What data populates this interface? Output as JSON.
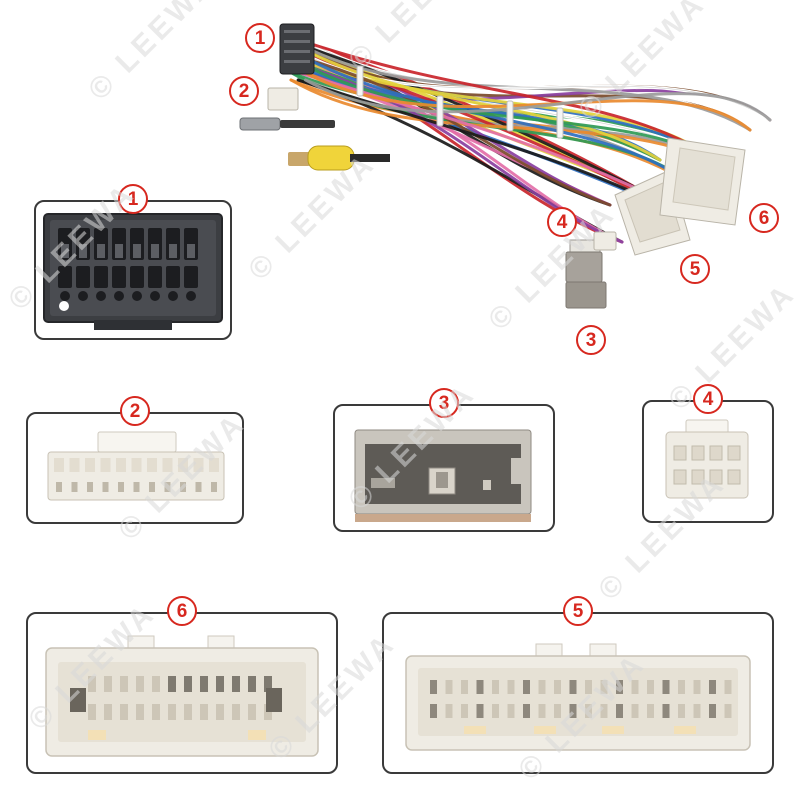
{
  "watermark": {
    "text": "© LEEWA"
  },
  "colors": {
    "callout": "#d7281f",
    "panel_border": "#3a3a3a",
    "black_plug": "#3c3e42",
    "white_plug": "#efece4",
    "gray_plug": "#a7a29b",
    "wire_palette": [
      "#1a1a1a",
      "#c9252b",
      "#e3d23a",
      "#2f6fbf",
      "#2f9a55",
      "#e98a2f",
      "#9b9b9b",
      "#ffffff",
      "#7a4a2a",
      "#8a3fa0",
      "#e36fa8"
    ]
  },
  "connectors": [
    {
      "label": "1",
      "name": "16-pin black plug",
      "color": "black"
    },
    {
      "label": "2",
      "name": "white ribbon plug",
      "color": "white"
    },
    {
      "label": "3",
      "name": "gray plug",
      "color": "gray"
    },
    {
      "label": "4",
      "name": "small white plug",
      "color": "white"
    },
    {
      "label": "5",
      "name": "large white plug",
      "color": "white"
    },
    {
      "label": "6",
      "name": "white plug",
      "color": "white"
    }
  ],
  "harness_labels": [
    "1",
    "2",
    "3",
    "4",
    "5",
    "6"
  ],
  "panel_labels": {
    "p1": "1",
    "p2": "2",
    "p3": "3",
    "p4": "4",
    "p5": "5",
    "p6": "6"
  }
}
